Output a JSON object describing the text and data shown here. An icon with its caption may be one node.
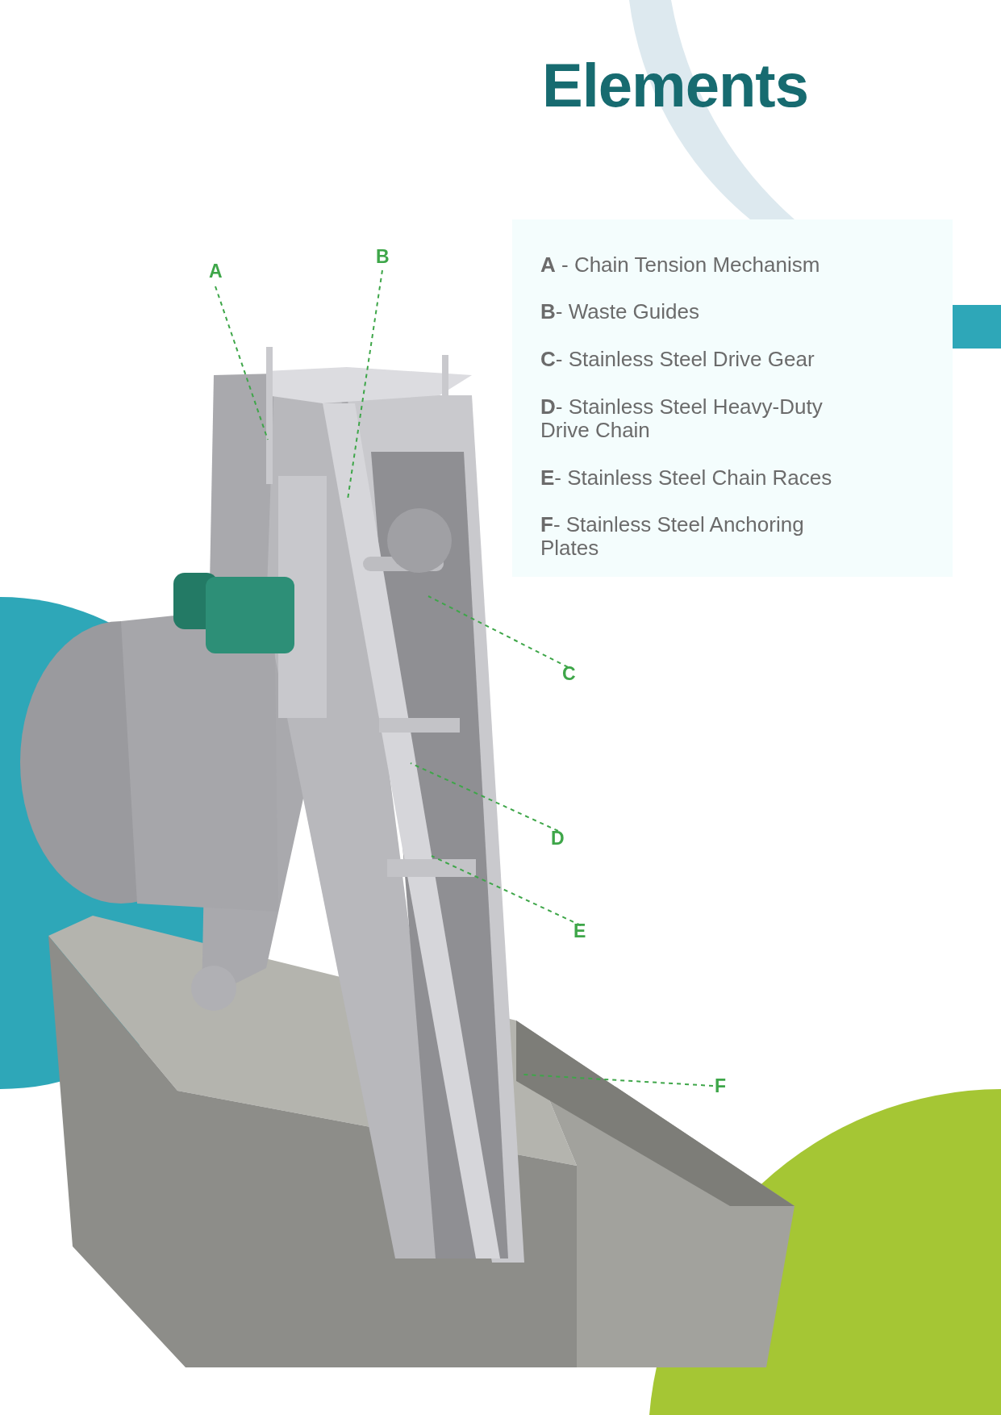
{
  "diagram": {
    "title": "Elements",
    "nodes": [
      {
        "text": [
          "A"
        ]
      },
      {
        "text": [
          "B"
        ]
      },
      {
        "text": [
          "C"
        ]
      },
      {
        "text": [
          "D"
        ]
      },
      {
        "text": [
          "E"
        ]
      },
      {
        "text": [
          "F"
        ]
      }
    ],
    "edges": [
      {
        "from": 0,
        "to": null,
        "arrow": "none",
        "style": "dashed"
      },
      {
        "from": 1,
        "to": null,
        "arrow": "none",
        "style": "dashed"
      },
      {
        "from": 2,
        "to": null,
        "arrow": "none",
        "style": "dashed"
      },
      {
        "from": 3,
        "to": null,
        "arrow": "none",
        "style": "dashed"
      },
      {
        "from": 4,
        "to": null,
        "arrow": "none",
        "style": "dashed"
      },
      {
        "from": 5,
        "to": null,
        "arrow": "none",
        "style": "dashed"
      }
    ],
    "labels": [
      "**A** - Chain Tension Mechanism",
      "**B**-  Waste Guides",
      "**C**- Stainless Steel Drive Gear",
      "**D**- Stainless Steel Heavy-Duty Drive Chain",
      "**E**- Stainless Steel Chain Races",
      "**F**- Stainless Steel Anchoring Plates"
    ]
  }
}
